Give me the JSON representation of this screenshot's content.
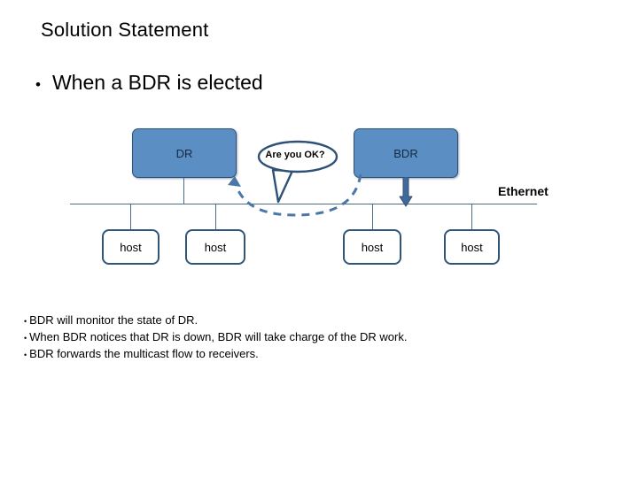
{
  "slide": {
    "title": "Solution Statement",
    "lead_bullet": {
      "bullet": "•",
      "text": "When a BDR is elected"
    },
    "footnotes": {
      "bullet": "•",
      "lines": [
        "BDR will monitor the state of DR.",
        "When BDR notices that DR is down, BDR will take charge of the DR work.",
        "BDR forwards the multicast flow to receivers."
      ]
    }
  },
  "diagram": {
    "routers": [
      {
        "label": "DR"
      },
      {
        "label": "BDR"
      }
    ],
    "hosts": [
      {
        "label": "host"
      },
      {
        "label": "host"
      },
      {
        "label": "host"
      },
      {
        "label": "host"
      }
    ],
    "bus_label": "Ethernet",
    "speech_balloon": {
      "text": "Are you OK?"
    },
    "icons": {
      "down_arrow": "down-arrow-icon",
      "dashed_query_arc": "dashed-curved-arrow-icon",
      "speech_balloon": "speech-balloon-icon"
    },
    "colors": {
      "router_fill": "#5b8fc4",
      "router_border": "#2f5077",
      "host_border": "#2f5578",
      "bus_line": "#4a6b8a",
      "arrow": "#3f6a99",
      "dashed_arc": "#4a77a8",
      "balloon_stroke": "#2f5077"
    }
  }
}
